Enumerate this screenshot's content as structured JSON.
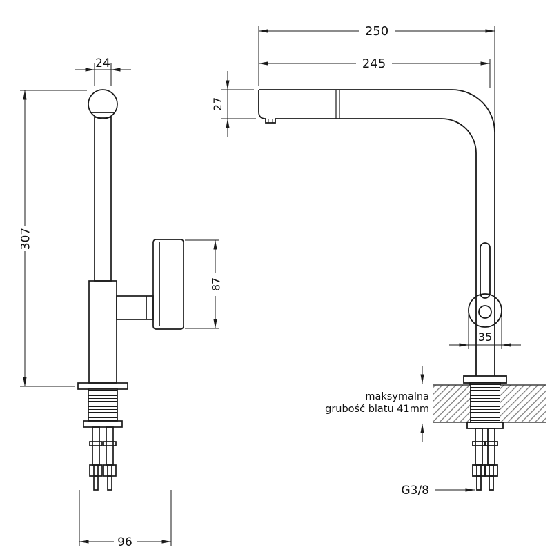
{
  "dims": {
    "pipe_width": "24",
    "total_height": "307",
    "handle_plate_height": "87",
    "base_width": "96",
    "spout_reach_outer": "250",
    "spout_reach": "245",
    "spout_tip_height": "27",
    "handle_diameter": "35"
  },
  "labels": {
    "countertop_note_line1": "maksymalna",
    "countertop_note_line2": "grubość blatu 41mm",
    "thread_size": "G3/8"
  },
  "colors": {
    "line": "#1a1a1a",
    "background": "#ffffff",
    "hatch": "#777777"
  }
}
